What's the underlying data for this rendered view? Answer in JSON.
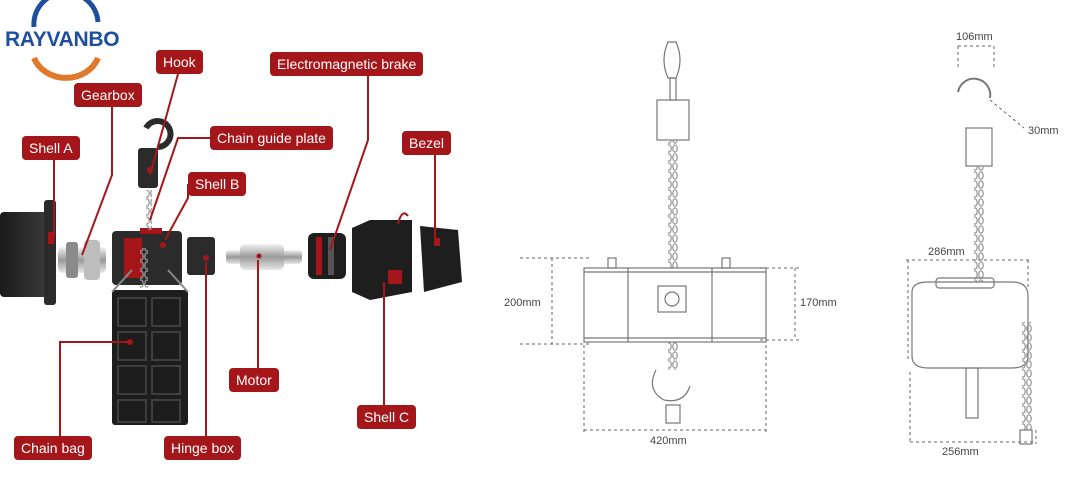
{
  "brand": {
    "name": "RAYVANBO"
  },
  "labels": {
    "hook": "Hook",
    "gearbox": "Gearbox",
    "electromagnetic_brake": "Electromagnetic brake",
    "shell_a": "Shell A",
    "chain_guide_plate": "Chain guide plate",
    "bezel": "Bezel",
    "shell_b": "Shell B",
    "motor": "Motor",
    "shell_c": "Shell C",
    "chain_bag": "Chain bag",
    "hinge_box": "Hinge box"
  },
  "dimensions": {
    "front": {
      "height_total": "200mm",
      "height_body": "170mm",
      "width": "420mm"
    },
    "side": {
      "hook_width": "106mm",
      "hook_depth": "30mm",
      "width_top": "286mm",
      "width_bottom": "256mm"
    }
  },
  "colors": {
    "label_bg": "#a41619",
    "brand_blue": "#1f4f9c",
    "brand_orange": "#e07a2a",
    "leader": "#a41619"
  }
}
